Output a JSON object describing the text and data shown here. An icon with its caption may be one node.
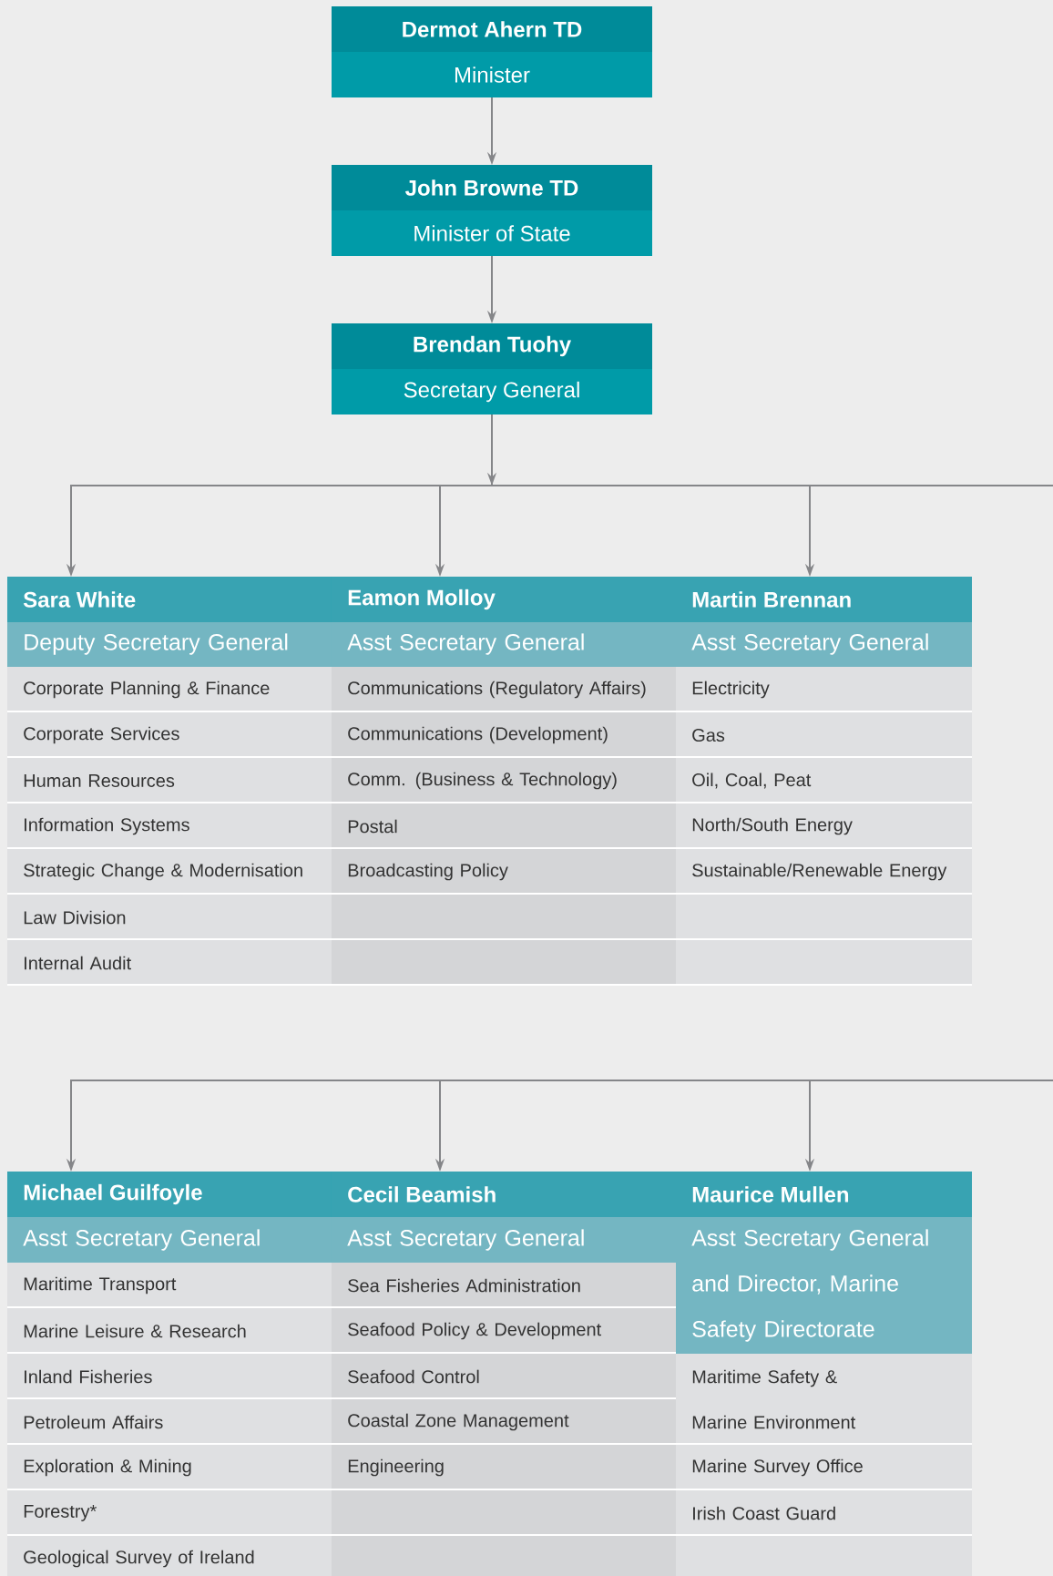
{
  "diagram": {
    "nodes": [
      {
        "text": [
          "Dermot Ahern TD",
          "Minister"
        ]
      },
      {
        "text": [
          "John Browne TD",
          "Minister of State"
        ]
      },
      {
        "text": [
          "Brendan Tuohy",
          "Secretary General"
        ]
      },
      {
        "text": [
          "Sara White",
          "Deputy Secretary General"
        ]
      },
      {
        "text": [
          "Eamon Molloy",
          "Asst Secretary General"
        ]
      },
      {
        "text": [
          "Martin Brennan",
          "Asst Secretary General"
        ]
      },
      {
        "text": [
          "Corporate Planning & Finance"
        ]
      },
      {
        "text": [
          "Communications (Regulatory Affairs)"
        ]
      },
      {
        "text": [
          "Electricity"
        ]
      },
      {
        "text": [
          "Corporate Services"
        ]
      },
      {
        "text": [
          "Communications (Development)"
        ]
      },
      {
        "text": [
          "Gas"
        ]
      },
      {
        "text": [
          "Human Resources"
        ]
      },
      {
        "text": [
          "Comm. (Business & Technology)"
        ]
      },
      {
        "text": [
          "Oil, Coal, Peat"
        ]
      },
      {
        "text": [
          "Information Systems"
        ]
      },
      {
        "text": [
          "Postal"
        ]
      },
      {
        "text": [
          "North/South Energy"
        ]
      },
      {
        "text": [
          "Strategic Change & Modernisation"
        ]
      },
      {
        "text": [
          "Broadcasting Policy"
        ]
      },
      {
        "text": [
          "Sustainable/Renewable Energy"
        ]
      },
      {
        "text": [
          "Law Division"
        ]
      },
      {
        "text": [],
        "shape": "box"
      },
      {
        "text": [],
        "shape": "box"
      },
      {
        "text": [
          "Internal Audit"
        ]
      },
      {
        "text": [],
        "shape": "box"
      },
      {
        "text": [],
        "shape": "box"
      },
      {
        "text": [
          "Michael Guilfoyle",
          "Asst Secretary General"
        ]
      },
      {
        "text": [
          "Cecil Beamish",
          "Asst Secretary General"
        ]
      },
      {
        "text": [
          "Maurice Mullen",
          "Asst Secretary General and Director, Marine Safety Directorate"
        ]
      },
      {
        "text": [
          "Maritime Transport"
        ]
      },
      {
        "text": [
          "Sea Fisheries Administration"
        ]
      },
      {
        "text": [
          "Marine Leisure & Research"
        ]
      },
      {
        "text": [
          "Seafood Policy & Development"
        ]
      },
      {
        "text": [
          "Inland Fisheries"
        ]
      },
      {
        "text": [
          "Seafood Control"
        ]
      },
      {
        "text": [
          "Maritime Safety & Marine Environment"
        ]
      },
      {
        "text": [
          "Petroleum Affairs"
        ]
      },
      {
        "text": [
          "Coastal Zone Management"
        ]
      },
      {
        "text": [
          "Exploration & Mining"
        ]
      },
      {
        "text": [
          "Engineering"
        ]
      },
      {
        "text": [
          "Marine Survey Office"
        ]
      },
      {
        "text": [
          "Forestry*"
        ]
      },
      {
        "text": [],
        "shape": "box"
      },
      {
        "text": [
          "Irish Coast Guard"
        ]
      },
      {
        "text": [
          "Geological Survey of Ireland"
        ]
      },
      {
        "text": [],
        "shape": "box"
      },
      {
        "text": [],
        "shape": "box"
      }
    ],
    "edges": [
      {
        "from": 0,
        "to": 1,
        "arrow": "to"
      },
      {
        "from": 1,
        "to": 2,
        "arrow": "to"
      },
      {
        "from": 2,
        "to": 3,
        "arrow": "to"
      },
      {
        "from": 2,
        "to": 4,
        "arrow": "to"
      },
      {
        "from": 2,
        "to": 5,
        "arrow": "to"
      },
      {
        "from": 2,
        "to": null,
        "arrow": "none"
      },
      {
        "from": null,
        "to": 27,
        "arrow": "to"
      },
      {
        "from": null,
        "to": 28,
        "arrow": "to"
      },
      {
        "from": null,
        "to": 29,
        "arrow": "to"
      }
    ]
  }
}
